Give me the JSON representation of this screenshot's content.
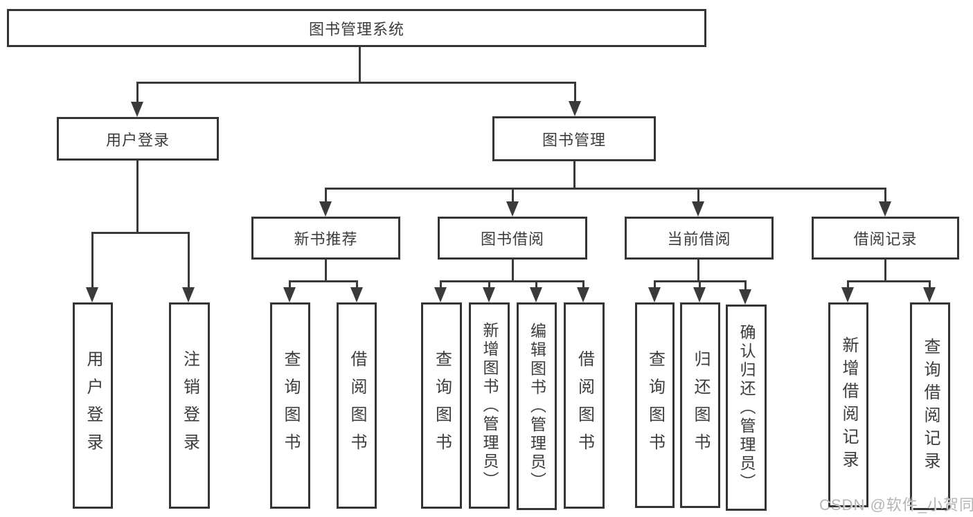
{
  "diagram_type": "hierarchy-tree",
  "colors": {
    "line": "#3a3a3a",
    "box_border": "#353535",
    "box_background": "#ffffff",
    "text": "#3c3c3c",
    "watermark": "#b5b5b5"
  },
  "watermark": {
    "text": "CSDN @软件_小贺同学"
  },
  "tree": {
    "label": "图书管理系统",
    "children": [
      {
        "label": "用户登录",
        "children": [
          {
            "label": "用户登录"
          },
          {
            "label": "注销登录"
          }
        ]
      },
      {
        "label": "图书管理",
        "children": [
          {
            "label": "新书推荐",
            "children": [
              {
                "label": "查询图书"
              },
              {
                "label": "借阅图书"
              }
            ]
          },
          {
            "label": "图书借阅",
            "children": [
              {
                "label": "查询图书"
              },
              {
                "label": "新增图书（管理员）"
              },
              {
                "label": "编辑图书（管理员）"
              },
              {
                "label": "借阅图书"
              }
            ]
          },
          {
            "label": "当前借阅",
            "children": [
              {
                "label": "查询图书"
              },
              {
                "label": "归还图书"
              },
              {
                "label": "确认归还（管理员）"
              }
            ]
          },
          {
            "label": "借阅记录",
            "children": [
              {
                "label": "新增借阅记录"
              },
              {
                "label": "查询借阅记录"
              }
            ]
          }
        ]
      }
    ]
  }
}
